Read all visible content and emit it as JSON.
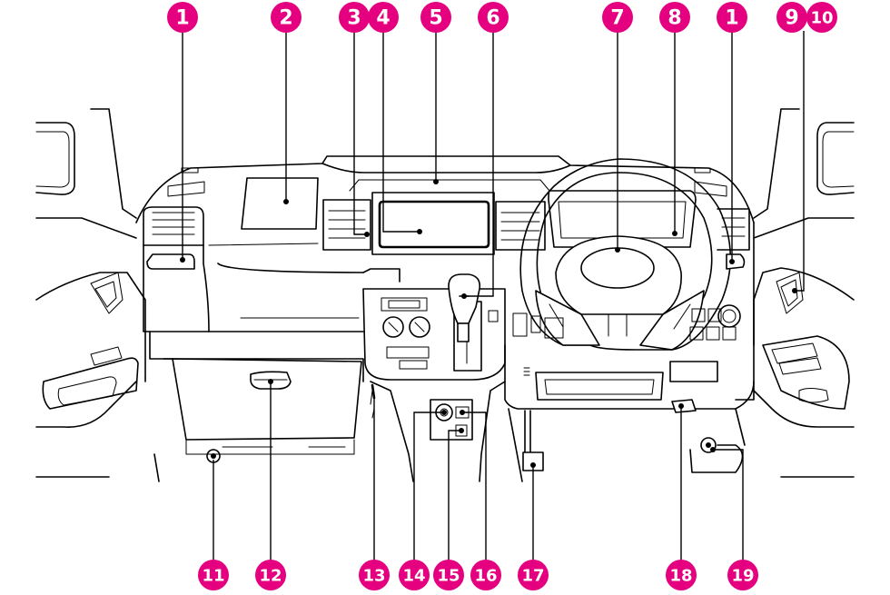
{
  "accent_color": "#e4007f",
  "badges": [
    "1",
    "2",
    "3",
    "4",
    "5",
    "6",
    "7",
    "8",
    "1",
    "9",
    "10",
    "11",
    "12",
    "13",
    "14",
    "15",
    "16",
    "17",
    "18",
    "19"
  ]
}
